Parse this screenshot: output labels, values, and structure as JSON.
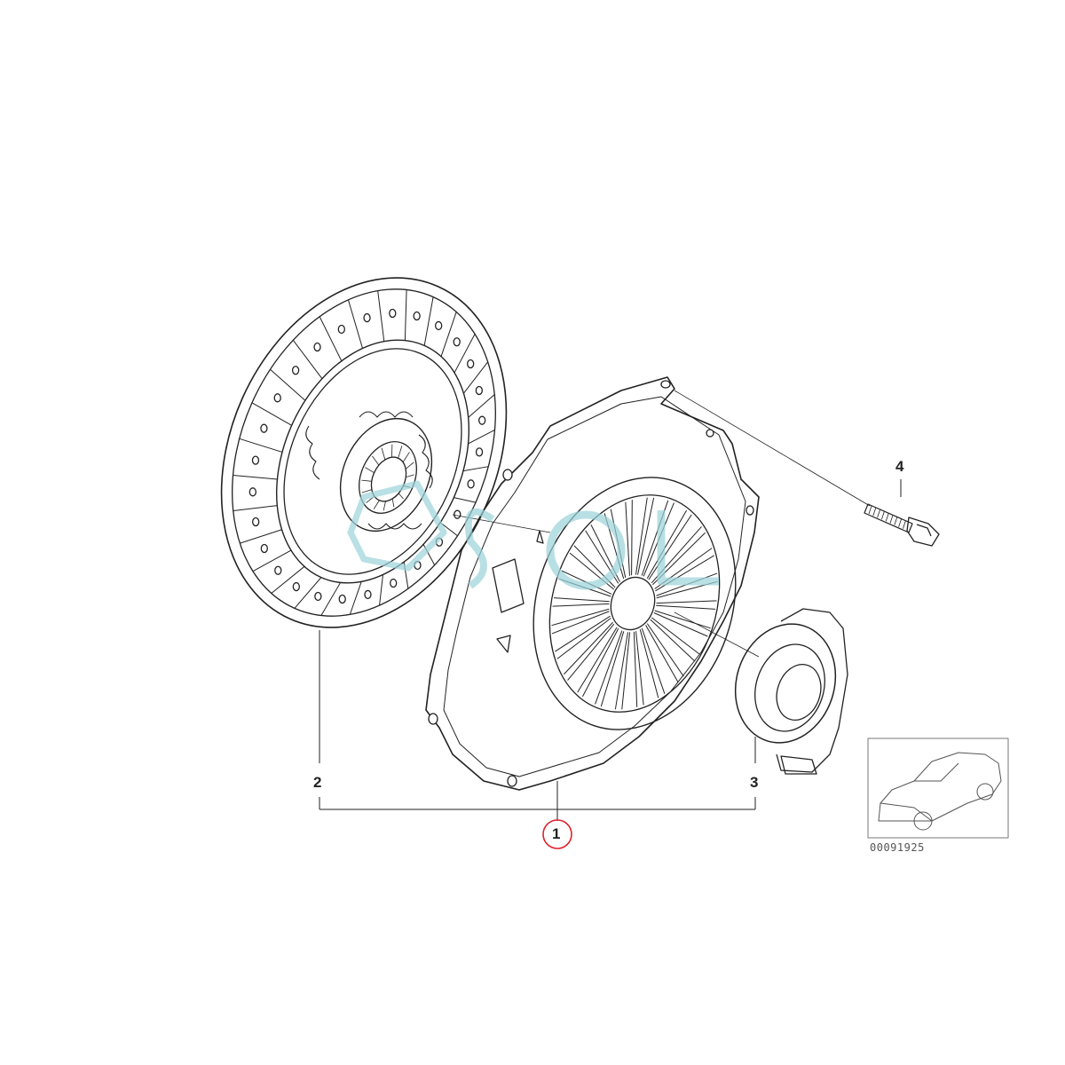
{
  "callouts": {
    "assembly": "1",
    "clutch_disc": "2",
    "release_bearing": "3",
    "bolt": "4"
  },
  "reference_number": "00091925",
  "colors": {
    "line": "#222222",
    "highlight_circle": "#e0202a",
    "watermark": "#9bd3d9"
  },
  "icons": [
    "clutch-disc-icon",
    "pressure-plate-icon",
    "release-bearing-icon",
    "bolt-icon",
    "car-thumbnail-icon"
  ]
}
